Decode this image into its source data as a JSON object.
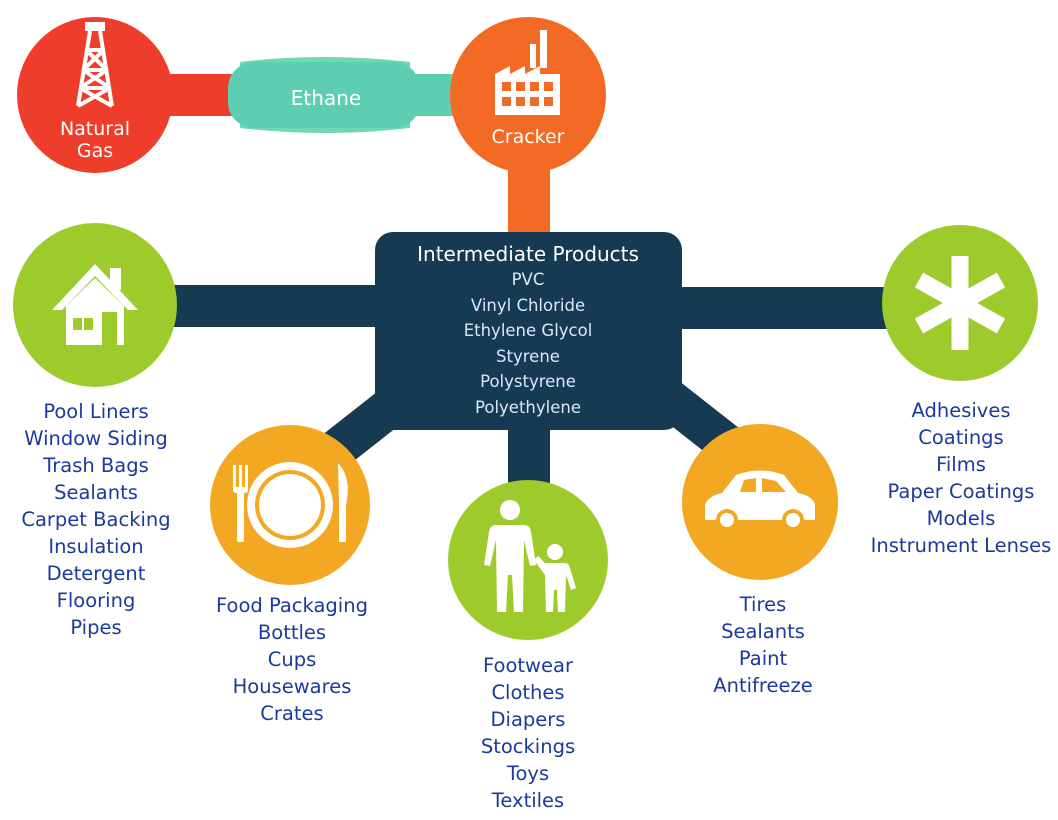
{
  "source": {
    "natural_gas_label": "Natural Gas",
    "ethane_label": "Ethane",
    "cracker_label": "Cracker"
  },
  "center": {
    "title": "Intermediate Products",
    "items": [
      "PVC",
      "Vinyl Chloride",
      "Ethylene Glycol",
      "Styrene",
      "Polystyrene",
      "Polyethylene"
    ]
  },
  "branches": {
    "home": {
      "icon": "house-icon",
      "items": [
        "Pool Liners",
        "Window Siding",
        "Trash Bags",
        "Sealants",
        "Carpet Backing",
        "Insulation",
        "Detergent",
        "Flooring",
        "Pipes"
      ]
    },
    "food": {
      "icon": "plate-fork-knife-icon",
      "items": [
        "Food Packaging",
        "Bottles",
        "Cups",
        "Housewares",
        "Crates"
      ]
    },
    "people": {
      "icon": "family-icon",
      "items": [
        "Footwear",
        "Clothes",
        "Diapers",
        "Stockings",
        "Toys",
        "Textiles"
      ]
    },
    "car": {
      "icon": "car-icon",
      "items": [
        "Tires",
        "Sealants",
        "Paint",
        "Antifreeze"
      ]
    },
    "misc": {
      "icon": "asterisk-icon",
      "items": [
        "Adhesives",
        "Coatings",
        "Films",
        "Paper Coatings",
        "Models",
        "Instrument Lenses"
      ]
    }
  },
  "colors": {
    "red": "#ee3d2a",
    "orange": "#f26a24",
    "teal": "#5dcfb0",
    "navy": "#153a52",
    "lime": "#9ccb2b",
    "amber": "#f2a823",
    "text_blue": "#1a3a9c"
  }
}
